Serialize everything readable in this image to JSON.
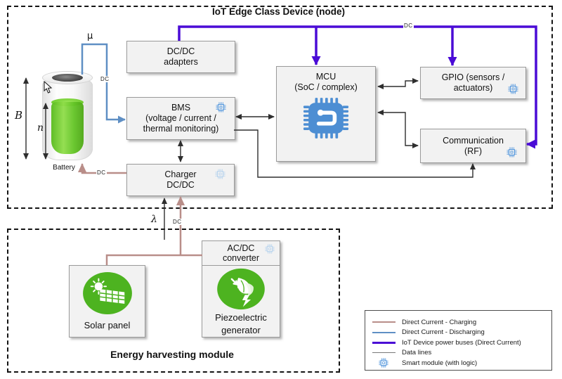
{
  "diagram": {
    "device": {
      "title": "IoT Edge Class Device (node)",
      "blocks": {
        "dcdc_adapters": {
          "line1": "DC/DC",
          "line2": "adapters"
        },
        "bms": {
          "line1": "BMS",
          "line2": "(voltage / current /",
          "line3": "thermal monitoring)",
          "smart_module": true
        },
        "charger": {
          "line1": "Charger",
          "line2": "DC/DC",
          "smart_module": true
        },
        "mcu": {
          "line1": "MCU",
          "line2": "(SoC / complex)"
        },
        "gpio": {
          "line1": "GPIO (sensors /",
          "line2": "actuators)",
          "smart_module": true
        },
        "comm": {
          "line1": "Communication",
          "line2": "(RF)",
          "smart_module": true
        }
      },
      "battery": {
        "label": "Battery",
        "height_symbol": "B",
        "level_symbol": "n",
        "discharge_symbol": "μ"
      }
    },
    "harvesting": {
      "title": "Energy harvesting module",
      "blocks": {
        "solar": {
          "label": "Solar panel"
        },
        "acdc": {
          "line1": "AC/DC",
          "line2": "converter",
          "smart_module": true
        },
        "piezo": {
          "line1": "Piezoelectric",
          "line2": "generator"
        }
      },
      "arrival_symbol": "λ"
    },
    "line_labels": {
      "bus_dc": "DC",
      "discharge_dc": "DC",
      "charge_dc": "DC",
      "harvest_dc": "DC"
    }
  },
  "legend": {
    "items": [
      {
        "name": "dc-charging",
        "label": "Direct Current - Charging",
        "swatch": "line",
        "color": "#b98e89"
      },
      {
        "name": "dc-discharging",
        "label": "Direct Current - Discharging",
        "swatch": "line",
        "color": "#5f8fc4"
      },
      {
        "name": "power-bus",
        "label": "IoT Device power buses (Direct Current)",
        "swatch": "thick-line",
        "color": "#4a0bd6"
      },
      {
        "name": "data-lines",
        "label": "Data lines",
        "swatch": "thin-line",
        "color": "#787878"
      },
      {
        "name": "smart-module",
        "label": "Smart module (with logic)",
        "swatch": "chip-icon",
        "color": "#5598dd"
      }
    ]
  },
  "colors": {
    "charging": "#b98e89",
    "discharging": "#5f8fc4",
    "power_bus": "#4a0bd6",
    "data_line": "#2e2e2e",
    "block_fill": "#f2f2f2",
    "block_border": "#9a9a9a",
    "harvest_green": "#4db320",
    "chip_blue": "#5598dd",
    "chip_pale": "#b7d3ed"
  }
}
